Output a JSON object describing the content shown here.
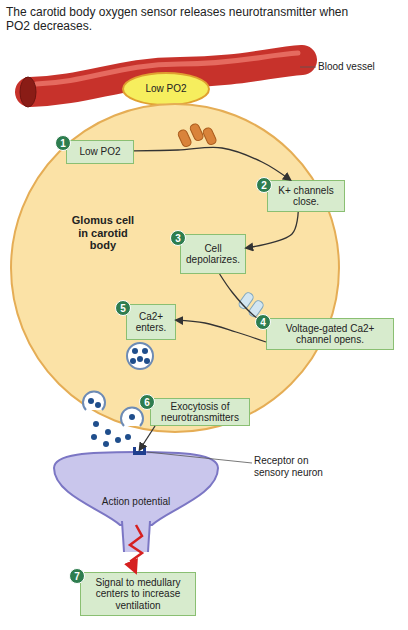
{
  "diagram": {
    "title": "The carotid body oxygen sensor releases neurotransmitter when PO2 decreases.",
    "nodes": [
      {
        "text": [
          "Low PO2"
        ]
      },
      {
        "text": [
          "Glomus cell in carotid body"
        ]
      },
      {
        "text": [
          "Low PO2"
        ],
        "in": 1
      },
      {
        "text": [
          "K+ channels close."
        ]
      },
      {
        "text": [
          "Cell depolarizes."
        ],
        "in": 1
      },
      {
        "text": [
          "Voltage-gated Ca2+ channel opens."
        ]
      },
      {
        "text": [
          "Ca2+ enters."
        ],
        "in": 1
      },
      {
        "text": [
          "Exocytosis of neurotransmitters"
        ],
        "in": 1
      },
      {
        "text": [
          "Action potential"
        ]
      },
      {
        "text": [
          "Signal to medullary centers to increase ventilation"
        ]
      }
    ],
    "edges": [
      {
        "from": 2,
        "to": 3,
        "arrow": "to"
      },
      {
        "from": 3,
        "to": 4,
        "arrow": "to"
      },
      {
        "from": 4,
        "to": 5,
        "arrow": "to"
      },
      {
        "from": 5,
        "to": 6,
        "arrow": "to"
      },
      {
        "from": 7,
        "to": 8,
        "arrow": "to"
      },
      {
        "from": 8,
        "to": 9,
        "arrow": "to"
      }
    ],
    "labels": [
      "Blood vessel",
      "1",
      "2",
      "3",
      "4",
      "5",
      "6",
      "7",
      "Receptor on sensory neuron"
    ]
  }
}
